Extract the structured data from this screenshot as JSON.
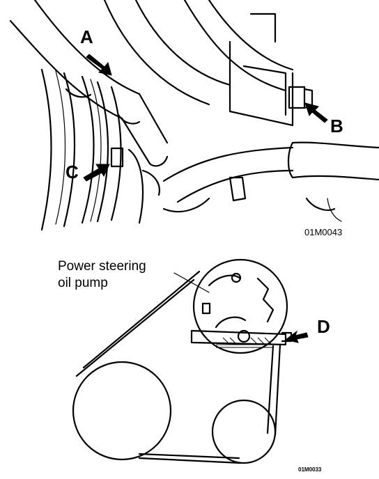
{
  "top_figure": {
    "callouts": {
      "a": "A",
      "b": "B",
      "c": "C"
    },
    "figure_code": "01M0043"
  },
  "bottom_figure": {
    "component_label_line1": "Power steering",
    "component_label_line2": "oil pump",
    "callout_d": "D",
    "figure_code": "01M0033"
  }
}
